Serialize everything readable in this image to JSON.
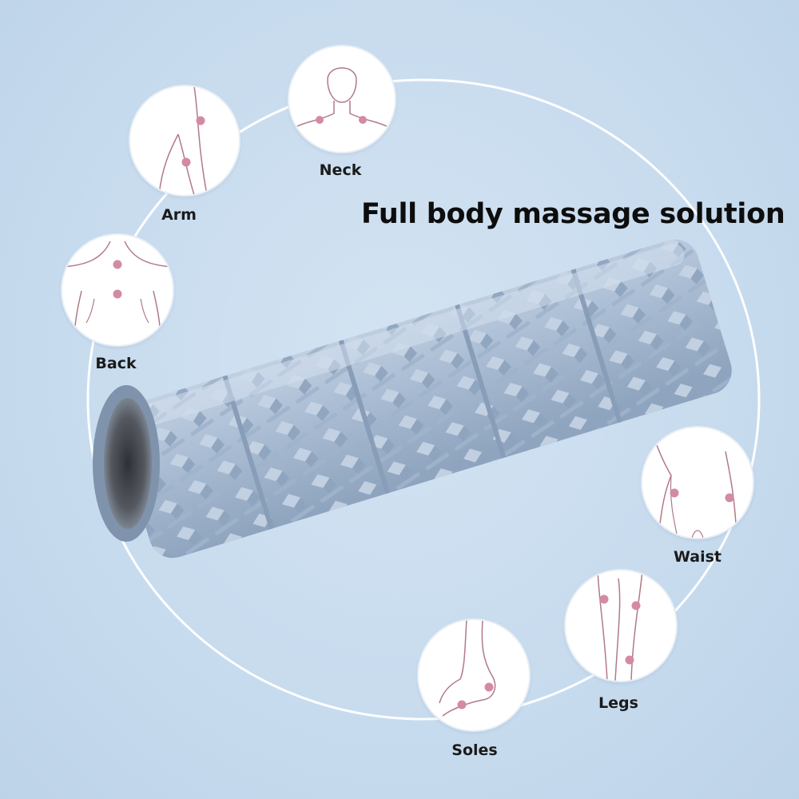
{
  "headline": "Full body massage solution",
  "body_parts": [
    {
      "key": "neck",
      "label": "Neck"
    },
    {
      "key": "arm",
      "label": "Arm"
    },
    {
      "key": "back",
      "label": "Back"
    },
    {
      "key": "waist",
      "label": "Waist"
    },
    {
      "key": "legs",
      "label": "Legs"
    },
    {
      "key": "soles",
      "label": "Soles"
    }
  ],
  "colors": {
    "background": "#c9dcee",
    "roller": "#a9bcd3",
    "line_art": "#b07a86",
    "point": "#d48aa3",
    "ring": "#ffffff"
  }
}
